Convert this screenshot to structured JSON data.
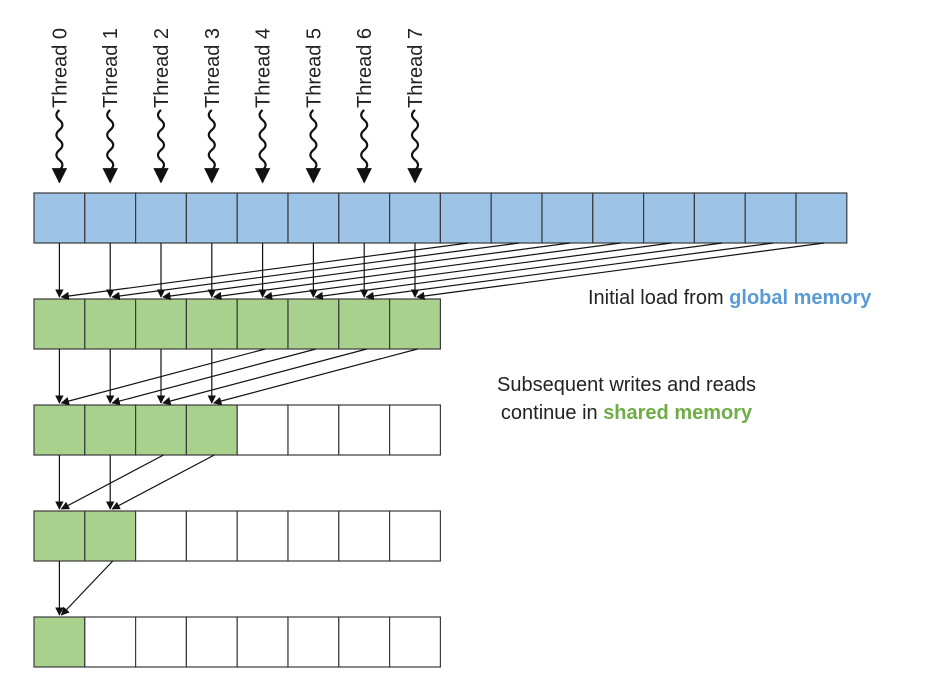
{
  "threads": [
    "Thread 0",
    "Thread 1",
    "Thread 2",
    "Thread 3",
    "Thread 4",
    "Thread 5",
    "Thread 6",
    "Thread 7"
  ],
  "colors": {
    "global": "#9dc3e6",
    "shared": "#a9d18e",
    "empty": "#ffffff",
    "border": "#3a3a3a",
    "global_text": "#5b9bd5",
    "shared_text": "#70ad47"
  },
  "rows": [
    {
      "kind": "global",
      "cells": 16,
      "filled": 16
    },
    {
      "kind": "shared",
      "cells": 8,
      "filled": 8
    },
    {
      "kind": "shared",
      "cells": 8,
      "filled": 4
    },
    {
      "kind": "shared",
      "cells": 8,
      "filled": 2
    },
    {
      "kind": "shared",
      "cells": 8,
      "filled": 1
    }
  ],
  "captions": {
    "global_prefix": "Initial load from ",
    "global_highlight": "global memory",
    "shared_line1": "Subsequent writes and reads",
    "shared_line2_prefix": "continue in ",
    "shared_highlight": "shared memory"
  }
}
